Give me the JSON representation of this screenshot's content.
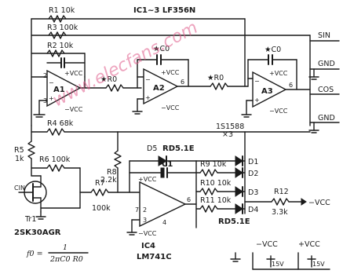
{
  "ic_header": "IC1~3  LF356N",
  "watermark": "www.elecfans.com",
  "outputs": {
    "sin": "SIN",
    "gnd1": "GND",
    "cos": "COS",
    "gnd2": "GND"
  },
  "resistors": {
    "r1": "R1 10k",
    "r3": "R3 100k",
    "r2": "R2 10k",
    "r4": "R4 68k",
    "r5": "R5",
    "r5v": "1k",
    "r6": "R6 100k",
    "r7": "R7",
    "r7v": "100k",
    "r8": "R8",
    "r8v": "2.2k",
    "r9": "R9 10k",
    "r10": "R10 10k",
    "r11": "R11 10k",
    "r12": "R12",
    "r12v": "3.3k",
    "ra": "★R0",
    "rb": "★R0"
  },
  "caps": {
    "co1": "★C0",
    "co2": "★C0",
    "c1": "C1"
  },
  "amps": {
    "a1": "A1",
    "a2": "A2",
    "a3": "A3",
    "ic4": "IC4",
    "ic4part": "LM741C"
  },
  "diodes": {
    "d5": "D5",
    "d5part": "RD5.1E",
    "d1": "D1",
    "d2": "D2",
    "d3": "D3",
    "d4": "D4",
    "top_part": "1S1588",
    "top_qty": "×3",
    "bot_part": "RD5.1E"
  },
  "transistor": {
    "name": "Tr1",
    "part": "2SK30AGR"
  },
  "supply": {
    "pos": "+VCC",
    "neg": "−VCC",
    "vcc_out": "−VCC",
    "leg_neg": "−VCC",
    "leg_pos": "+VCC",
    "leg_v1": "15V",
    "leg_v2": "15V"
  },
  "formula": {
    "lhs": "f0 =",
    "num": "1",
    "den": "2πC0 R0"
  },
  "pins": {
    "p2": "2",
    "p3": "3",
    "p6": "6",
    "p7": "7",
    "p4": "4"
  },
  "cin_label": "CIN"
}
